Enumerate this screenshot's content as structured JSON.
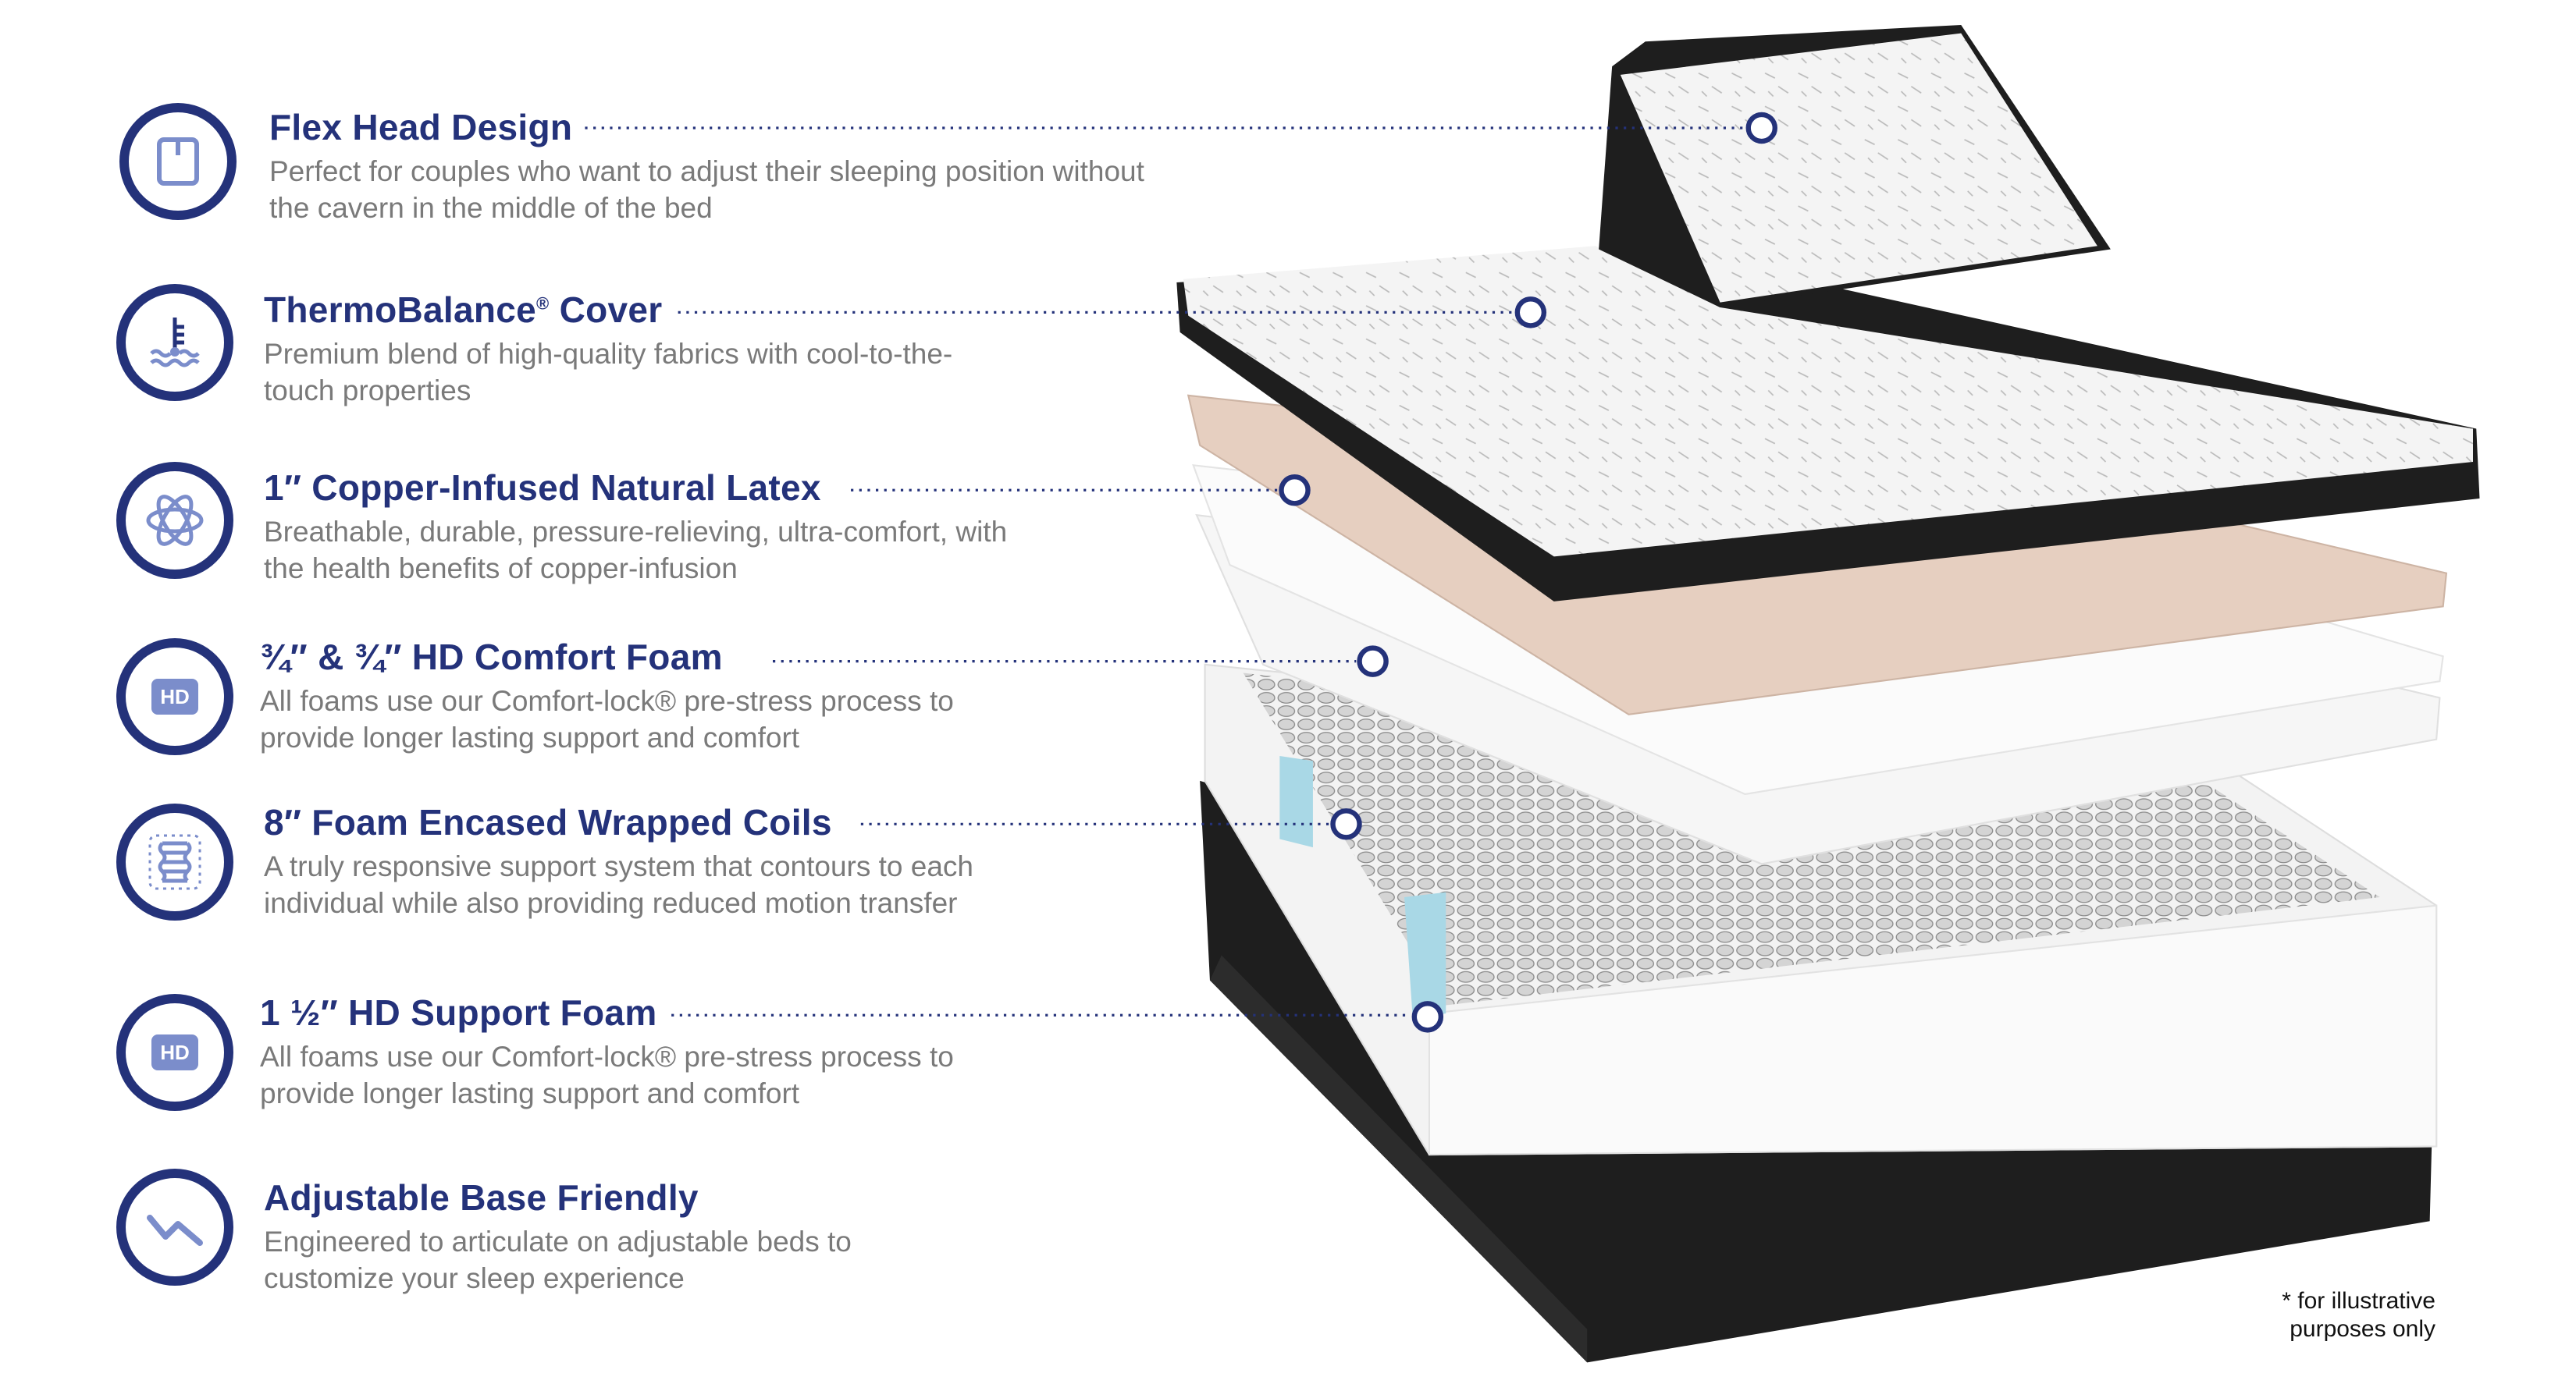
{
  "features": [
    {
      "title": "Flex Head Design",
      "description": "Perfect for couples who want to adjust their sleeping position without the cavern in the middle of the bed",
      "icon": "flex-head-icon"
    },
    {
      "title": "ThermoBalance",
      "title_mark": "®",
      "title_suffix": " Cover",
      "description": "Premium blend of high-quality fabrics with cool-to-the-touch properties",
      "icon": "thermometer-water-icon"
    },
    {
      "title": "1″ Copper-Infused Natural Latex",
      "description": "Breathable, durable, pressure-relieving, ultra-comfort, with the health benefits of copper-infusion",
      "icon": "atom-icon"
    },
    {
      "title": "¾″ & ¾″ HD Comfort Foam",
      "description": "All foams use our Comfort-lock® pre-stress process to provide longer lasting support and comfort",
      "icon": "hd-badge-icon",
      "badge": "HD"
    },
    {
      "title": "8″ Foam Encased Wrapped Coils",
      "description": "A truly responsive support system that contours to each individual while also providing reduced motion transfer",
      "icon": "coil-icon"
    },
    {
      "title": "1 ½″ HD Support Foam",
      "description": "All foams use our Comfort-lock® pre-stress process to provide longer lasting support and comfort",
      "icon": "hd-badge-icon",
      "badge": "HD"
    },
    {
      "title": "Adjustable Base Friendly",
      "description": "Engineered to articulate on adjustable beds to customize your sleep experience",
      "icon": "adjustable-base-icon"
    }
  ],
  "note": "* for illustrative purposes only",
  "colors": {
    "navy": "#24327a",
    "icon_fill": "#7b8dcb",
    "desc": "#7a7a7a",
    "latex": "#e6cfc0",
    "base": "#1e1e1e"
  }
}
